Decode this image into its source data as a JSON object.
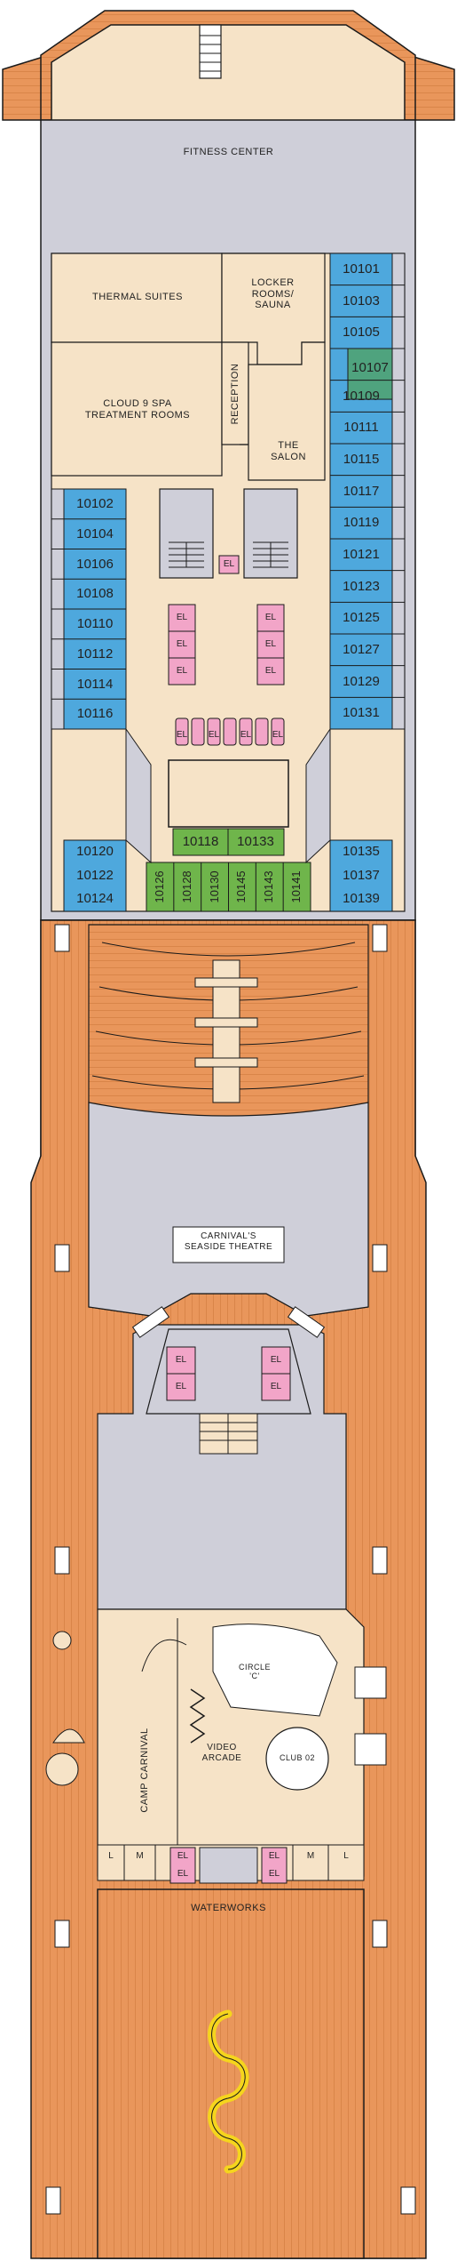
{
  "colors": {
    "deck": "#e9965b",
    "deck_line": "#c97a45",
    "interior": "#f6e3c7",
    "walkway": "#cfcfd9",
    "cabin_blue": "#4ea8dd",
    "cabin_green": "#6fb54b",
    "cabin_teal": "#4fa37e",
    "elevator_pink": "#f2a5c8",
    "outline": "#1a1a1a"
  },
  "venues": {
    "fitness": "FITNESS CENTER",
    "thermal": "THERMAL SUITES",
    "locker": [
      "LOCKER",
      "ROOMS/",
      "SAUNA"
    ],
    "spa": [
      "CLOUD 9 SPA",
      "TREATMENT ROOMS"
    ],
    "reception": "RECEPTION",
    "salon": [
      "THE",
      "SALON"
    ],
    "theatre": [
      "CARNIVAL'S",
      "SEASIDE THEATRE"
    ],
    "camp": "CAMP CARNIVAL",
    "arcade": [
      "VIDEO",
      "ARCADE"
    ],
    "circle_c": [
      "CIRCLE",
      "'C'"
    ],
    "club02": "CLUB 02",
    "waterworks": "WATERWORKS"
  },
  "cabins": {
    "right_upper": [
      "10101",
      "10103",
      "10105",
      "10107",
      "10109",
      "10111",
      "10115",
      "10117",
      "10119",
      "10121",
      "10123",
      "10125",
      "10127",
      "10129",
      "10131"
    ],
    "left_upper": [
      "10102",
      "10104",
      "10106",
      "10108",
      "10110",
      "10112",
      "10114",
      "10116"
    ],
    "left_lower": [
      "10120",
      "10122",
      "10124"
    ],
    "right_lower": [
      "10135",
      "10137",
      "10139"
    ],
    "center_h": [
      "10118",
      "10133"
    ],
    "center_v": [
      "10126",
      "10128",
      "10130",
      "10145",
      "10143",
      "10141"
    ]
  },
  "markers": {
    "elevator": "EL",
    "ladies": "L",
    "mens": "M"
  }
}
